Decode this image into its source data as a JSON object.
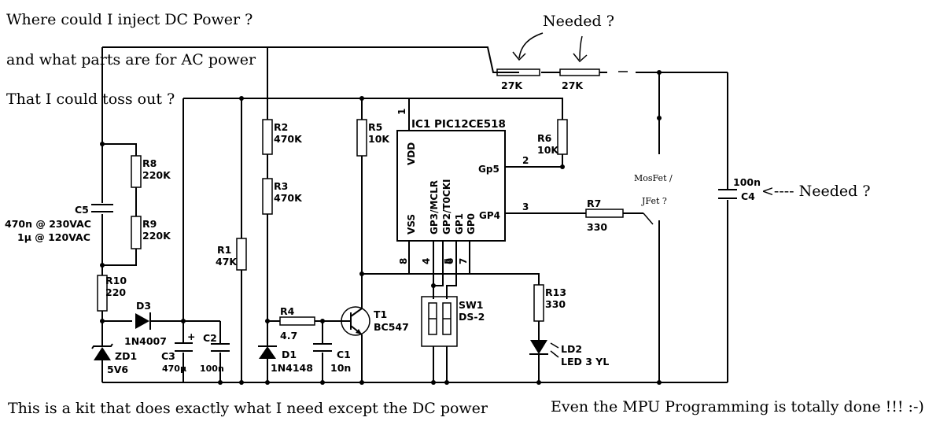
{
  "annotations": {
    "question_dc": "Where could I inject DC Power  ?",
    "question_ac": "and what parts are for AC power",
    "question_toss": "That I could toss out ?",
    "needed_top": "Needed ?",
    "needed_c4": "<---- Needed ?",
    "mosfet": "MosFet /",
    "jfet": "JFet ?",
    "footer_left": "This is a kit that does exactly what I need except the DC power",
    "footer_right": "Even the MPU Programming is totally done !!!  :-)"
  },
  "components": {
    "r27k_a": "27K",
    "r27k_b": "27K",
    "ic_name": "IC1 PIC12CE518",
    "vdd": "VDD",
    "vss": "VSS",
    "gp5": "Gp5",
    "gp4": "GP4",
    "gp3": "GP3/MCLR",
    "gp2": "GP2/T0CKI",
    "gp1": "GP1",
    "gp0": "GP0",
    "pin1": "1",
    "pin2": "2",
    "pin3": "3",
    "pin4": "4",
    "pin5": "5",
    "pin6": "6",
    "pin7": "7",
    "pin8": "8",
    "r2": "R2",
    "r2v": "470K",
    "r3": "R3",
    "r3v": "470K",
    "r5": "R5",
    "r5v": "10K",
    "r6": "R6",
    "r6v": "10K",
    "r8": "R8",
    "r8v": "220K",
    "r9": "R9",
    "r9v": "220K",
    "c5": "C5",
    "c5a": "470n @ 230VAC",
    "c5b": "1µ @ 120VAC",
    "r1": "R1",
    "r1v": "47K",
    "r10": "R10",
    "r10v": "220",
    "d3": "D3",
    "d3v": "1N4007",
    "zd1": "ZD1",
    "zd1v": "5V6",
    "c3": "C3",
    "c3v": "470µ",
    "c3plus": "+",
    "c2": "C2",
    "c2v": "100n",
    "r4": "R4",
    "r4v": "4.7",
    "d1": "D1",
    "d1v": "1N4148",
    "c1": "C1",
    "c1v": "10n",
    "t1": "T1",
    "t1v": "BC547",
    "sw1": "SW1",
    "sw1v": "DS-2",
    "r7": "R7",
    "r7v": "330",
    "r13": "R13",
    "r13v": "330",
    "ld2": "LD2",
    "ld2v": "LED 3 YL",
    "c4": "C4",
    "c4v": "100n"
  }
}
